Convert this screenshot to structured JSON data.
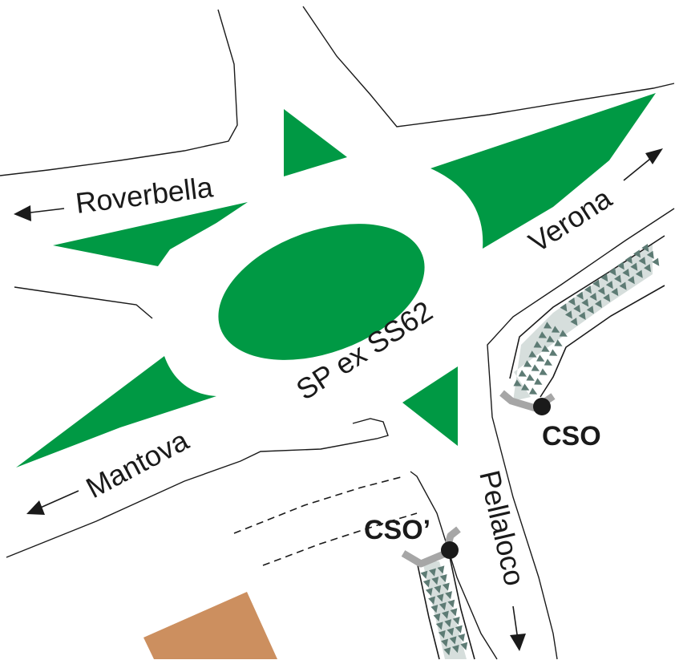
{
  "map": {
    "colors": {
      "background": "#ffffff",
      "island": "#009944",
      "building": "#cc8f5f",
      "channel_grass": "#5d7b74",
      "cso_stub": "#a6a6a6",
      "cso_point": "#1a1a1a",
      "road_edge": "#1a1a1a"
    },
    "roads": [
      {
        "id": "roverbella",
        "label": "Roverbella",
        "direction": "west"
      },
      {
        "id": "verona",
        "label": "Verona",
        "direction": "northeast"
      },
      {
        "id": "mantova",
        "label": "Mantova",
        "direction": "southwest"
      },
      {
        "id": "pellaloco",
        "label": "Pellaloco",
        "direction": "south"
      },
      {
        "id": "sp-ex-ss62",
        "label": "SP ex SS62"
      }
    ],
    "outfalls": [
      {
        "id": "cso",
        "label": "CSO"
      },
      {
        "id": "cso-prime",
        "label": "CSO’"
      }
    ],
    "icons": {
      "arrow": "arrow-icon",
      "outfall": "outfall-point-icon",
      "vegetation": "grass-marker-icon"
    }
  }
}
